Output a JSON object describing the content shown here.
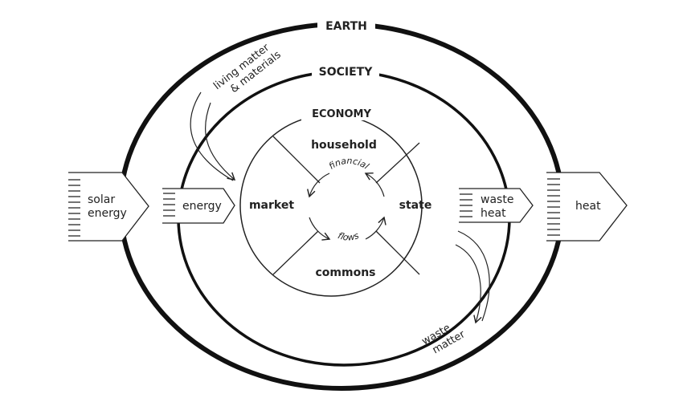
{
  "rings": {
    "earth": "EARTH",
    "society": "SOCIETY",
    "economy": "ECONOMY"
  },
  "sectors": {
    "household": "household",
    "market": "market",
    "state": "state",
    "commons": "commons"
  },
  "center": {
    "line1": "financial",
    "line2": "flows"
  },
  "inputs": {
    "solar_energy": [
      "solar",
      "energy"
    ],
    "energy": "energy",
    "living_matter": [
      "living matter",
      "& materials"
    ]
  },
  "outputs": {
    "waste_heat": [
      "waste",
      "heat"
    ],
    "heat": "heat",
    "waste_matter": [
      "waste",
      "matter"
    ]
  },
  "colors": {
    "ink": "#222222",
    "background": "#ffffff"
  }
}
